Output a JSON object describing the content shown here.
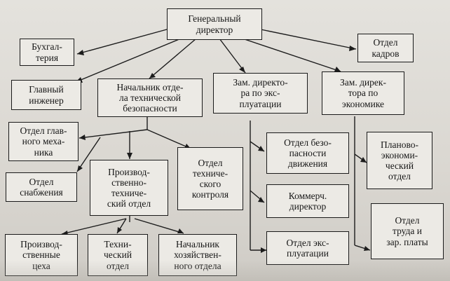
{
  "org_chart": {
    "nodes": {
      "gen_director": "Генеральный\nдиректор",
      "accounting": "Бухгал-\nтерия",
      "hr_dept": "Отдел\nкадров",
      "chief_engineer": "Главный\nинженер",
      "safety_head": "Начальник отде-\nла технической\nбезопасности",
      "deputy_operations": "Зам. директо-\nра по экс-\nплуатации",
      "deputy_economics": "Зам. дирек-\nтора по\nэкономике",
      "chief_mechanic": "Отдел глав-\nного меха-\nника",
      "supply_dept": "Отдел\nснабжения",
      "production_tech": "Производ-\nственно-\nтехниче-\nский отдел",
      "tech_control": "Отдел\nтехниче-\nского\nконтроля",
      "traffic_safety": "Отдел безо-\nпасности\nдвижения",
      "commercial_director": "Коммерч.\nдиректор",
      "operations_dept": "Отдел экс-\nплуатации",
      "planning_economic": "Планово-\nэкономи-\nческий\nотдел",
      "labor_wages": "Отдел\nтруда и\nзар. платы",
      "production_shops": "Производ-\nственные\nцеха",
      "technical_dept": "Техни-\nческий\nотдел",
      "household_head": "Начальник\nхозяйствен-\nного отдела"
    }
  }
}
